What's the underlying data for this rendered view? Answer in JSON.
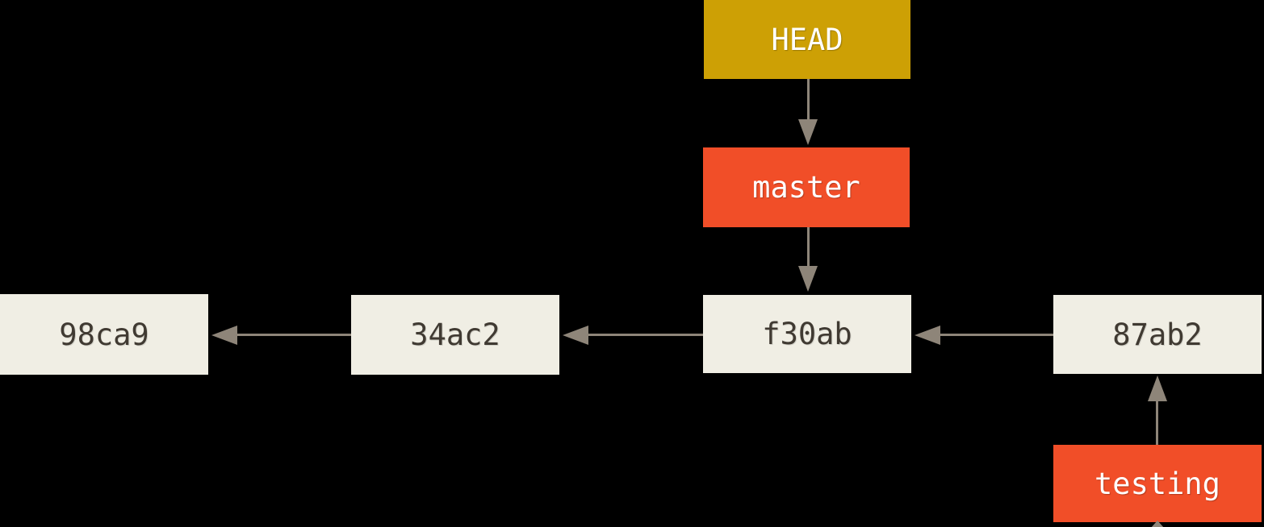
{
  "diagram": {
    "type": "git-branch-pointer-diagram",
    "refs": {
      "head": {
        "label": "HEAD",
        "points_to": "master"
      },
      "master": {
        "label": "master",
        "points_to": "f30ab"
      },
      "testing": {
        "label": "testing",
        "points_to": "87ab2"
      }
    },
    "commits": [
      {
        "id": "98ca9"
      },
      {
        "id": "34ac2"
      },
      {
        "id": "f30ab"
      },
      {
        "id": "87ab2"
      }
    ],
    "edges": [
      {
        "from": "HEAD",
        "to": "master",
        "direction": "down"
      },
      {
        "from": "master",
        "to": "f30ab",
        "direction": "down"
      },
      {
        "from": "testing",
        "to": "87ab2",
        "direction": "up"
      },
      {
        "from": "34ac2",
        "to": "98ca9",
        "direction": "left"
      },
      {
        "from": "f30ab",
        "to": "34ac2",
        "direction": "left"
      },
      {
        "from": "87ab2",
        "to": "f30ab",
        "direction": "left"
      }
    ],
    "colors": {
      "background": "#000000",
      "head_fill": "#cda005",
      "branch_fill": "#f14e28",
      "commit_fill": "#f0eee4",
      "commit_text": "#403a32",
      "ref_text": "#ffffff",
      "arrow": "#8e8579"
    }
  }
}
